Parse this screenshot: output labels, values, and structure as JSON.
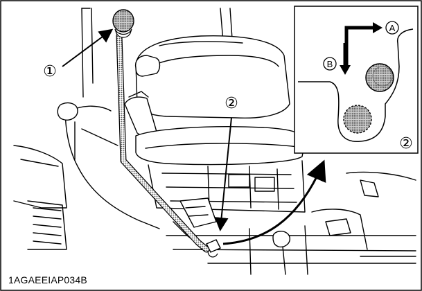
{
  "figure": {
    "code": "1AGAEEIAP034B",
    "callouts": {
      "lever": "①",
      "lever_base": "②",
      "detail_ref": "②"
    },
    "directions": {
      "a": "A",
      "b": "B"
    },
    "colors": {
      "line": "#000000",
      "background": "#ffffff",
      "knob_fill": "#9a9a9a",
      "hatch": "#7a7a7a"
    }
  }
}
